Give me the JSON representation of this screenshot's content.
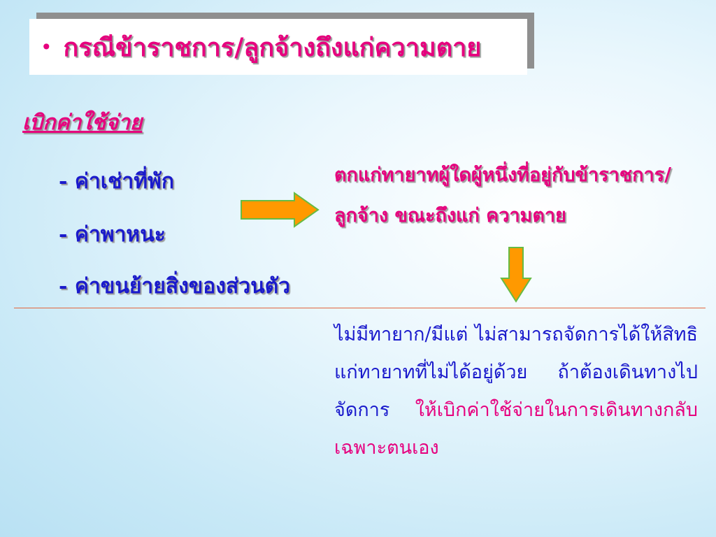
{
  "title": {
    "bullet": "•",
    "text": "กรณีข้าราชการ/ลูกจ้างถึงแก่ความตาย"
  },
  "heading": "เบิกค่าใช้จ่าย",
  "expenses": [
    "- ค่าเช่าที่พัก",
    "- ค่าพาหนะ",
    "- ค่าขนย้ายสิ่งของส่วนตัว"
  ],
  "right_text": "ตกแก่ทายาทผู้ใดผู้หนึ่งที่อยู่กับข้าราชการ/ลูกจ้าง ขณะถึงแก่ ความตาย",
  "lower": {
    "blue_text": "ไม่มีทายาก/มีแต่ ไม่สามารถจัดการได้ให้สิทธิแก่ทายาทที่ไม่ได้อยู่ด้วย ถ้าต้องเดินทางไปจัดการ ",
    "pink_text": "ให้เบิกค่าใช้จ่ายในการเดินทางกลับ เฉพาะตนเอง"
  },
  "colors": {
    "accent_pink": "#e6007e",
    "accent_blue": "#1a1acc",
    "arrow_fill": "#ff9900",
    "arrow_stroke": "#66bb44",
    "divider": "#e2663d"
  },
  "icons": [
    "arrow-right-icon",
    "arrow-down-icon"
  ]
}
